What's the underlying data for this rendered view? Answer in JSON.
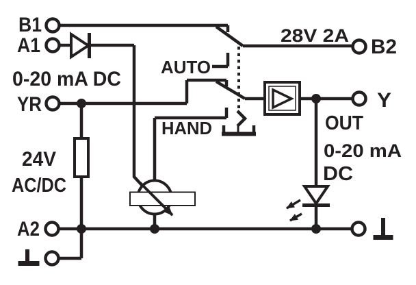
{
  "diagram": {
    "type": "wiring-schematic",
    "description": "Auto/Hand signal converter block wiring diagram",
    "colors": {
      "ink": "#231f20",
      "background": "#ffffff"
    },
    "left_terminals": {
      "b1": "B1",
      "a1": "A1",
      "yr": "YR",
      "a2": "A2"
    },
    "right_terminals": {
      "b2": "B2",
      "y": "Y"
    },
    "labels": {
      "input_signal": "0-20 mA DC",
      "supply_voltage": "24V",
      "supply_type": "AC/DC",
      "contact_rating": "28V 2A",
      "mode_auto": "AUTO",
      "mode_hand": "HAND",
      "out": "OUT",
      "output_signal": "0-20 mA",
      "output_signal_type": "DC"
    }
  }
}
